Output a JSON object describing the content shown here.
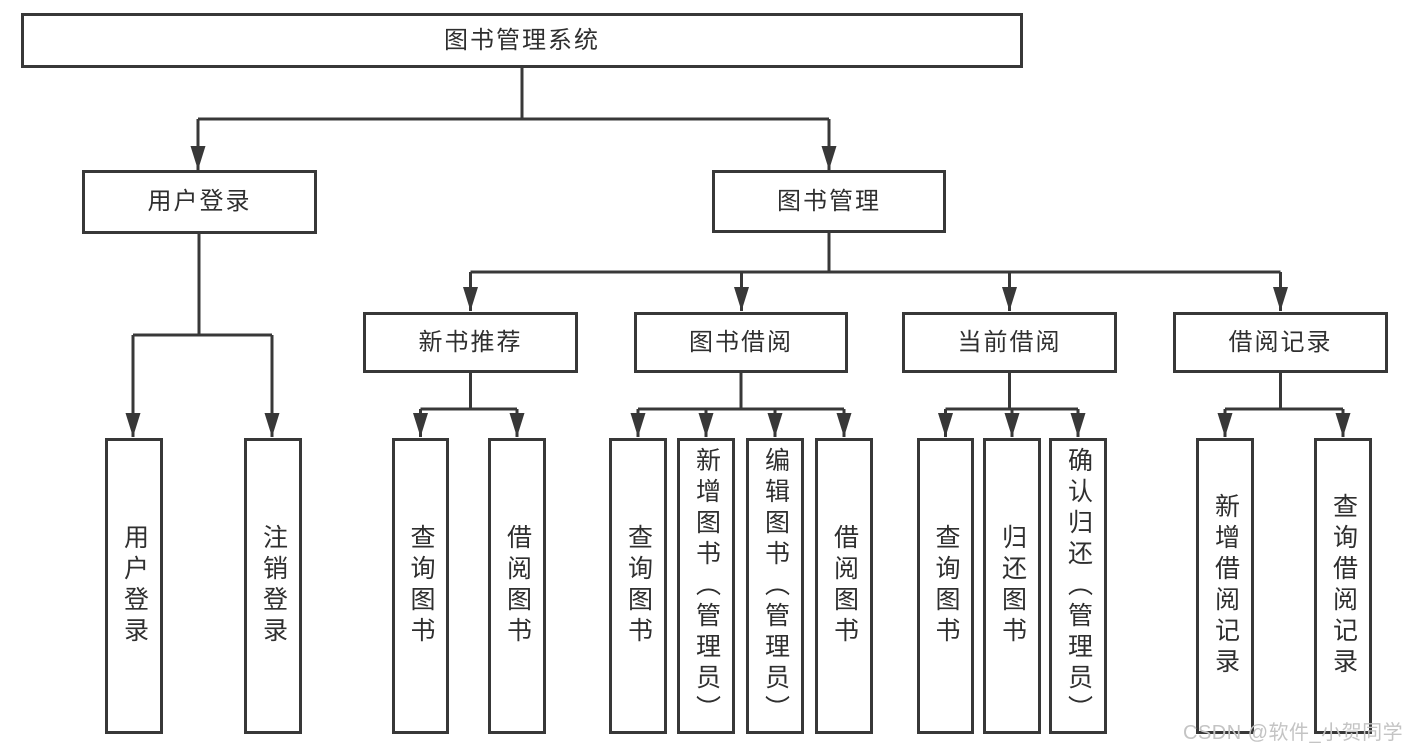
{
  "tree": {
    "label": "图书管理系统",
    "children": [
      {
        "label": "用户登录",
        "children": [
          {
            "label": "用户登录"
          },
          {
            "label": "注销登录"
          }
        ]
      },
      {
        "label": "图书管理",
        "children": [
          {
            "label": "新书推荐",
            "children": [
              {
                "label": "查询图书"
              },
              {
                "label": "借阅图书"
              }
            ]
          },
          {
            "label": "图书借阅",
            "children": [
              {
                "label": "查询图书"
              },
              {
                "label": "新增图书（管理员）"
              },
              {
                "label": "编辑图书（管理员）"
              },
              {
                "label": "借阅图书"
              }
            ]
          },
          {
            "label": "当前借阅",
            "children": [
              {
                "label": "查询图书"
              },
              {
                "label": "归还图书"
              },
              {
                "label": "确认归还（管理员）"
              }
            ]
          },
          {
            "label": "借阅记录",
            "children": [
              {
                "label": "新增借阅记录"
              },
              {
                "label": "查询借阅记录"
              }
            ]
          }
        ]
      }
    ]
  },
  "watermark": {
    "text": "CSDN @软件_小贺同学"
  },
  "colors": {
    "line": "#383838",
    "box_border": "#383838",
    "text": "#2f2f2f",
    "watermark": "#c4c4c4",
    "background": "#ffffff"
  }
}
